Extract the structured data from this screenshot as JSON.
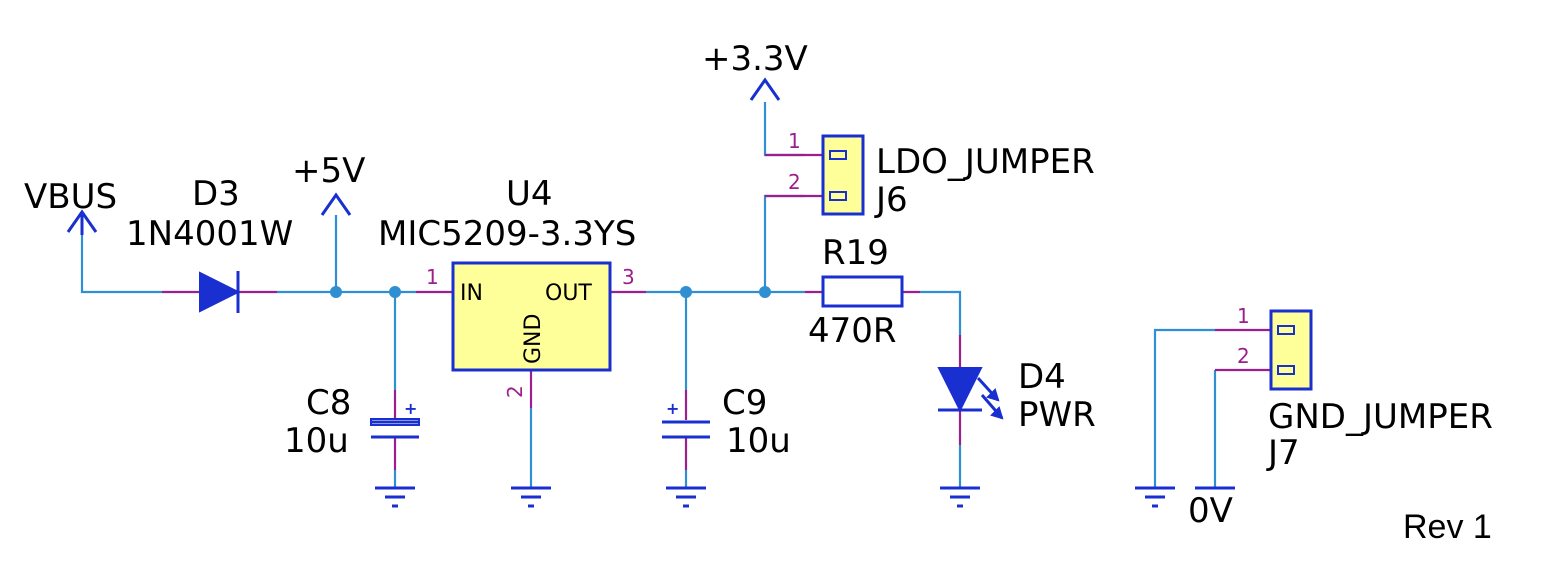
{
  "power": {
    "vbus": "VBUS",
    "p5v": "+5V",
    "p3v3": "+3.3V",
    "zero_v": "0V"
  },
  "components": {
    "d3": {
      "ref": "D3",
      "value": "1N4001W"
    },
    "u4": {
      "ref": "U4",
      "value": "MIC5209-3.3YS",
      "pin_in": "IN",
      "pin_out": "OUT",
      "pin_gnd": "GND",
      "pin1": "1",
      "pin2": "2",
      "pin3": "3"
    },
    "c8": {
      "ref": "C8",
      "value": "10u",
      "polarity": "+"
    },
    "c9": {
      "ref": "C9",
      "value": "10u",
      "polarity": "+"
    },
    "r19": {
      "ref": "R19",
      "value": "470R"
    },
    "d4": {
      "ref": "D4",
      "value": "PWR"
    },
    "j6": {
      "ref": "J6",
      "value": "LDO_JUMPER",
      "pin1": "1",
      "pin2": "2"
    },
    "j7": {
      "ref": "J7",
      "value": "GND_JUMPER",
      "pin1": "1",
      "pin2": "2"
    }
  },
  "revision": "Rev 1",
  "colors": {
    "wire": "#2f8fd2",
    "pin": "#9b1f8e",
    "symbol": "#1a2fd0",
    "body_fill": "#ffff99"
  }
}
